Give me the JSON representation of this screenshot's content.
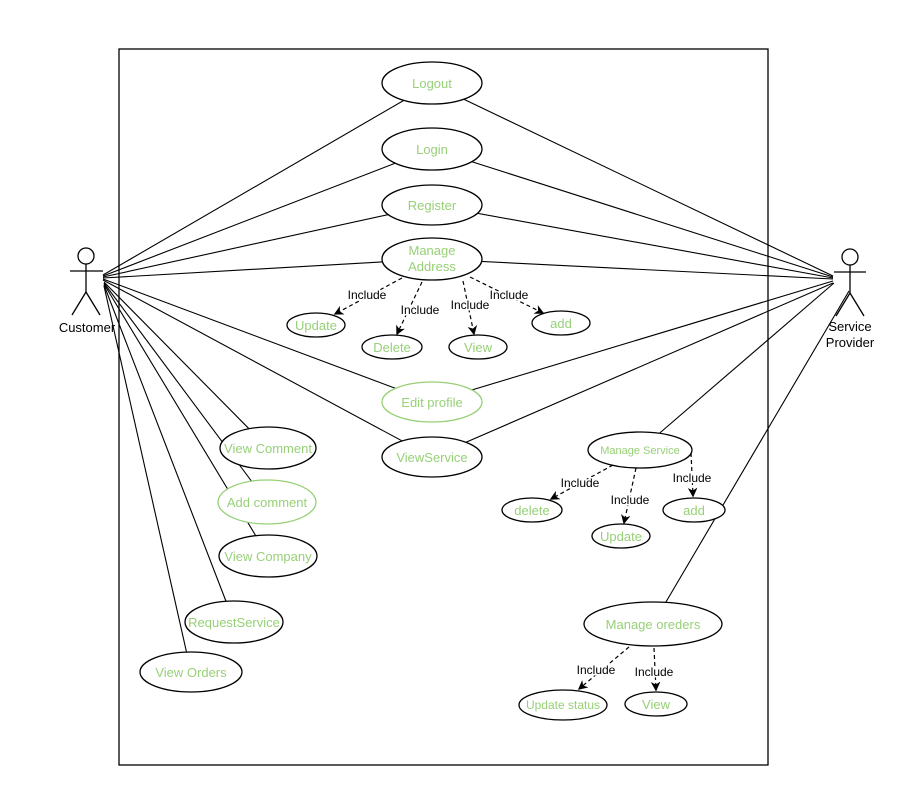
{
  "actors": {
    "customer": {
      "label": "Customer"
    },
    "service_provider": {
      "label_line1": "Service",
      "label_line2": "Provider"
    }
  },
  "use_cases": {
    "logout": "Logout",
    "login": "Login",
    "register": "Register",
    "manage_address_line1": "Manage",
    "manage_address_line2": "Address",
    "address_update": "Update",
    "address_delete": "Delete",
    "address_view": "View",
    "address_add": "add",
    "edit_profile": "Edit profile",
    "view_service": "ViewService",
    "view_comment": "View Comment",
    "add_comment": "Add comment",
    "view_company": "View Company",
    "request_service": "RequestService",
    "view_orders": "View Orders",
    "manage_service": "Manage Service",
    "service_delete": "delete",
    "service_update": "Update",
    "service_add": "add",
    "manage_orders": "Manage oreders",
    "orders_update_status": "Update status",
    "orders_view": "View"
  },
  "relationships": {
    "include_label": "Include"
  },
  "colors": {
    "use_case_text": "#97d077",
    "highlight_border": "#97d077",
    "line": "#000000",
    "background": "#ffffff"
  }
}
